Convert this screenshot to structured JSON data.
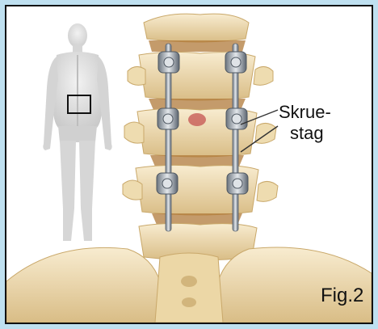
{
  "labels": {
    "screw_line1": "Skrue-",
    "screw_line2": "stag",
    "figure": "Fig.2"
  },
  "icons": [
    "human-figure-icon",
    "spine-illustration",
    "pedicle-screw-icon",
    "rod-icon",
    "pelvis-icon"
  ],
  "colors": {
    "frame": "#bfe0f0",
    "border": "#111111",
    "bone": "#f1dfb4",
    "bone_shadow": "#c9a86a",
    "disc": "#b07a3a",
    "metal": "#9aa3ad",
    "metal_dark": "#5a6470",
    "body_ghost": "#d8d8d8",
    "lesion": "#c24848"
  }
}
